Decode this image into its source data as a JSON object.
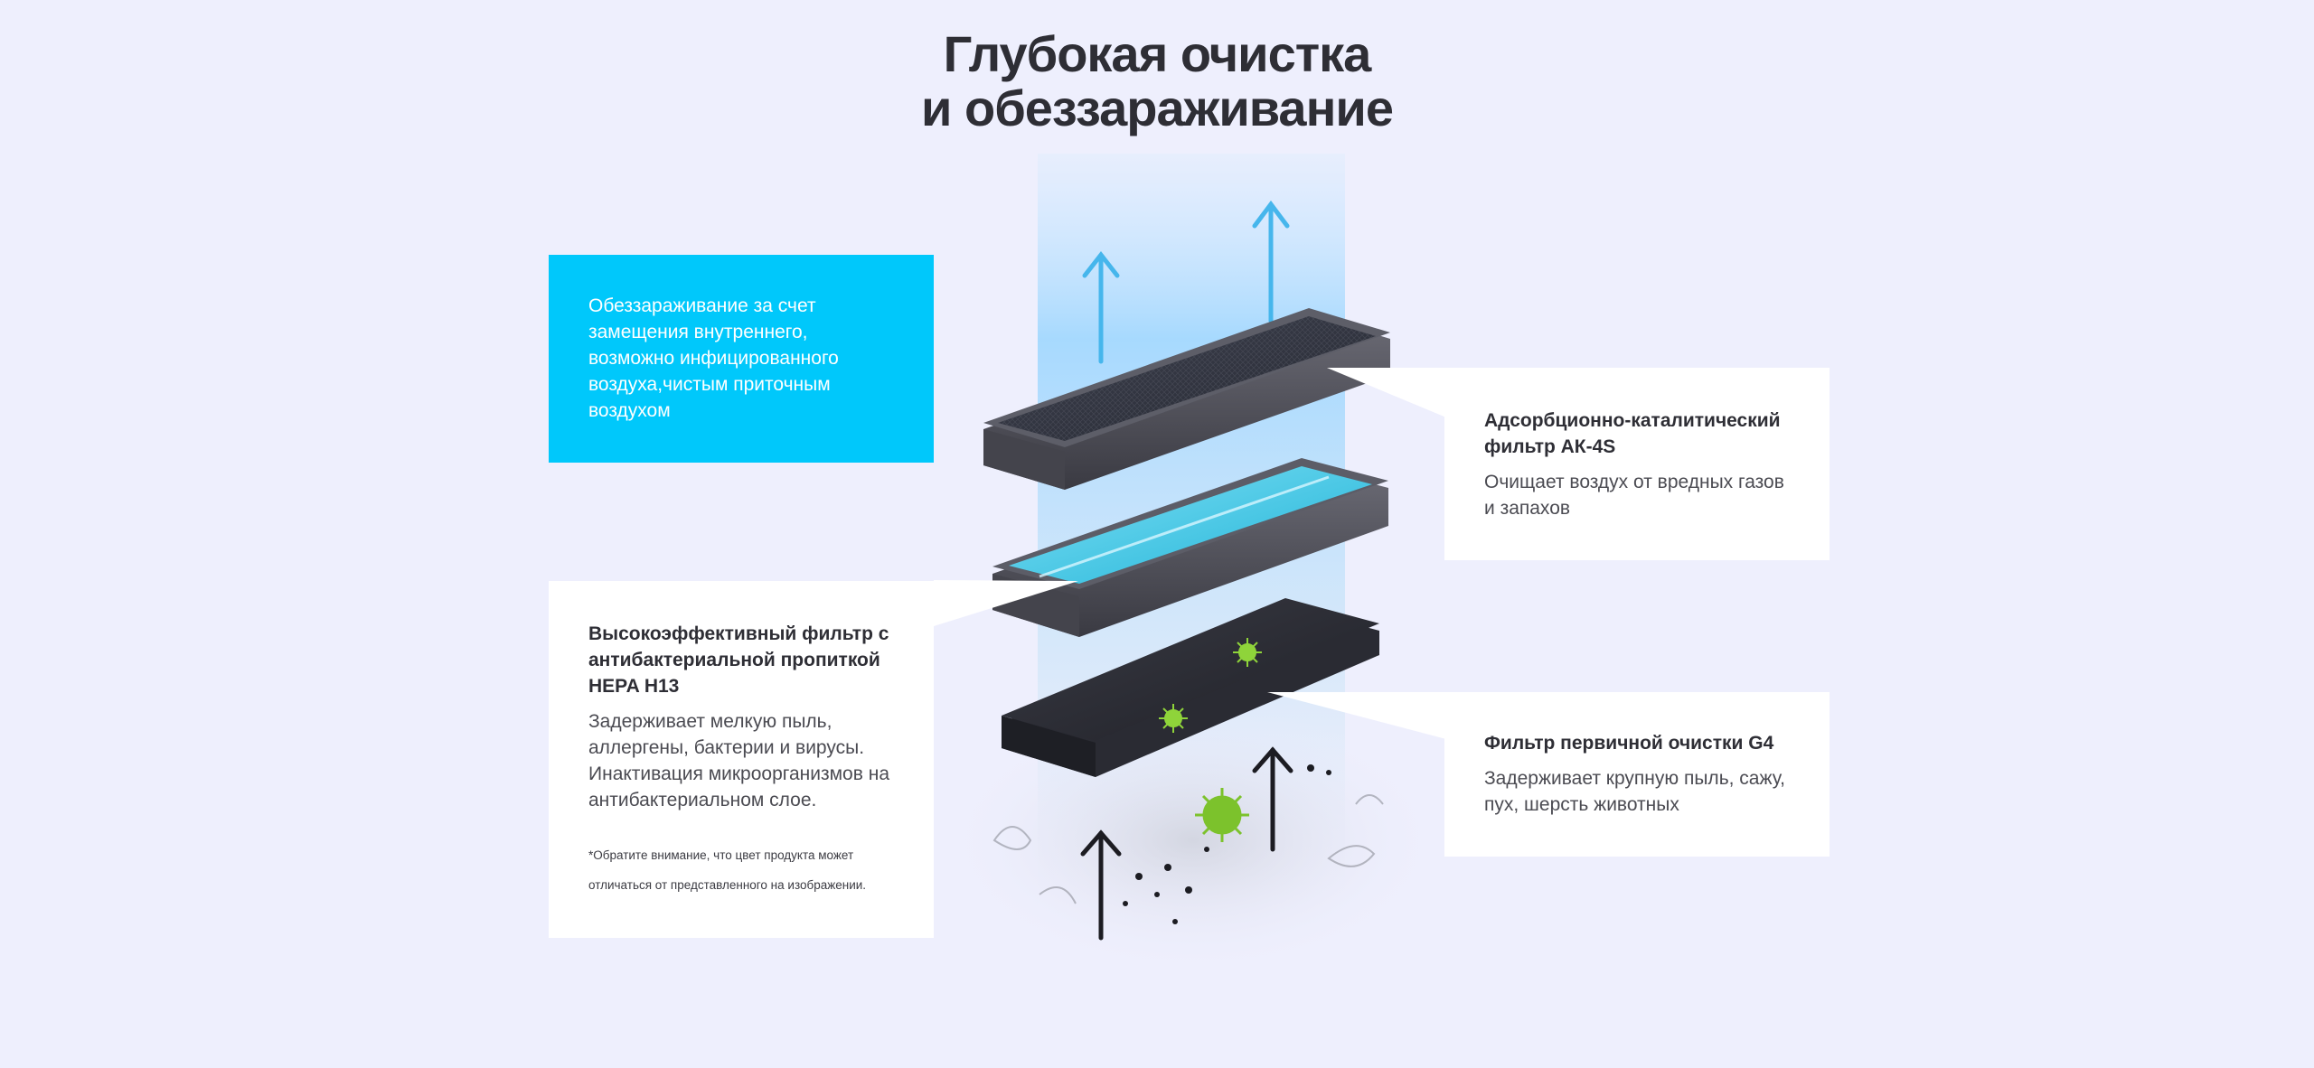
{
  "header": {
    "title_line1": "Глубокая очистка",
    "title_line2": "и обеззараживание"
  },
  "cards": {
    "disinfection": {
      "text": "Обеззараживание за счет замещения внутреннего, возможно инфицированного воздуха,чистым приточным воздухом"
    },
    "ak4s": {
      "heading": "Адсорбционно-каталитический фильтр АК-4S",
      "desc": "Очищает воздух от вредных газов и запахов"
    },
    "hepa": {
      "heading": "Высокоэффективный фильтр с антибактериальной пропиткой HEPA H13",
      "desc": "Задерживает мелкую пыль, аллергены, бактерии и вирусы. Инактивация микроорганизмов на антибактериальном слое.",
      "note": "*Обратите внимание, что цвет продукта может отличаться от представленного на изображении."
    },
    "g4": {
      "heading": "Фильтр первичной очистки G4",
      "desc": "Задерживает крупную пыль, сажу, пух, шерсть животных"
    }
  },
  "colors": {
    "background": "#eeeffd",
    "accent_cyan": "#00c8fb",
    "card_white": "#ffffff",
    "title_dark": "#2e2e35",
    "filter_frame": "#55555e",
    "hepa_blue": "#3fc6e6",
    "virus_green": "#8fd43a"
  }
}
